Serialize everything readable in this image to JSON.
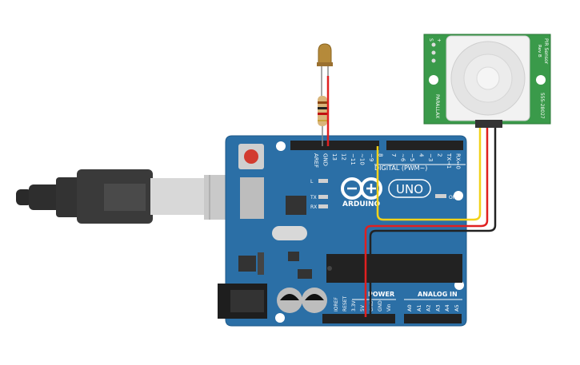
{
  "board": {
    "brand": "ARDUINO",
    "model": "UNO",
    "digital_label": "DIGITAL (PWM~)",
    "on_label": "ON",
    "led_l": "L",
    "led_tx": "TX",
    "led_rx": "RX",
    "header_top_left": [
      "AREF",
      "GND",
      "13",
      "12",
      "~11",
      "~10",
      "~9",
      "8"
    ],
    "header_top_right": [
      "7",
      "~6",
      "~5",
      "4",
      "~3",
      "2",
      "TX→1",
      "RX←0"
    ],
    "power_label": "POWER",
    "power_pins": [
      "IOREF",
      "RESET",
      "3.3V",
      "5V",
      "GND",
      "GND",
      "Vin"
    ],
    "analog_label": "ANALOG IN",
    "analog_pins": [
      "A0",
      "A1",
      "A2",
      "A3",
      "A4",
      "A5"
    ],
    "board_color": "#2b6fa6"
  },
  "pir": {
    "title": "PIR Sensor",
    "rev": "Rev B",
    "brand": "PARALLAX",
    "part": "555-28027",
    "pins": [
      "S",
      "+",
      "-"
    ],
    "pcb_color": "#3a9a4a"
  },
  "wires": {
    "signal_color": "#f2d21a",
    "power_color": "#e02020",
    "ground_color": "#222222"
  }
}
